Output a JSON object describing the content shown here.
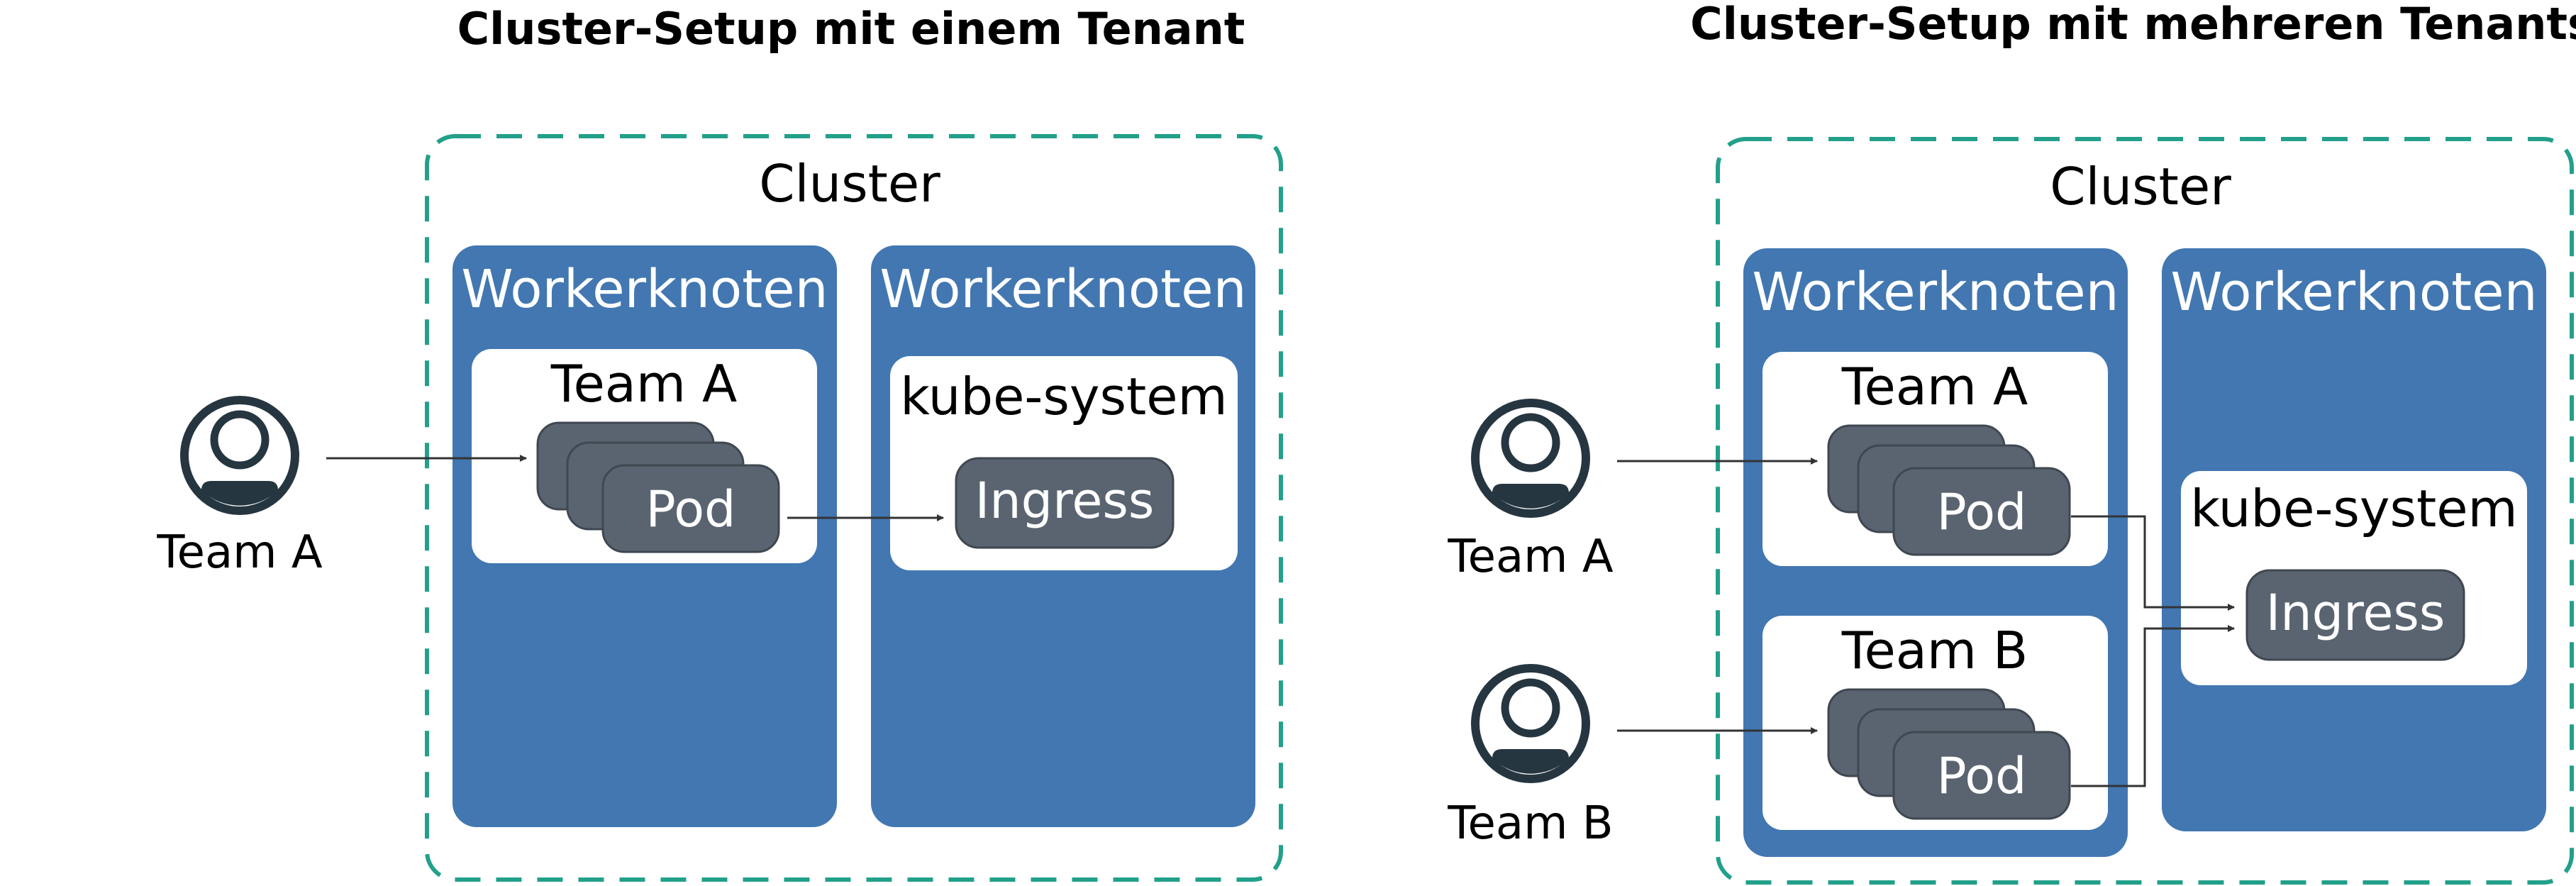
{
  "colors": {
    "cluster_border": "#22a08a",
    "worker_fill": "#4277b1",
    "pod_fill": "#5a6470",
    "pod_stroke": "#3f4750",
    "user_icon": "#263640",
    "arrow": "#333333"
  },
  "left": {
    "title": "Cluster-Setup mit einem Tenant",
    "cluster_label": "Cluster",
    "worker1_label": "Workerknoten",
    "worker2_label": "Workerknoten",
    "team_a_namespace": "Team A",
    "pod_label": "Pod",
    "kube_system_label": "kube-system",
    "ingress_label": "Ingress",
    "user_a_label": "Team A"
  },
  "right": {
    "title": "Cluster-Setup mit mehreren Tenants",
    "cluster_label": "Cluster",
    "worker1_label": "Workerknoten",
    "worker2_label": "Workerknoten",
    "team_a_namespace": "Team A",
    "team_b_namespace": "Team B",
    "pod_a_label": "Pod",
    "pod_b_label": "Pod",
    "kube_system_label": "kube-system",
    "ingress_label": "Ingress",
    "user_a_label": "Team A",
    "user_b_label": "Team B"
  }
}
